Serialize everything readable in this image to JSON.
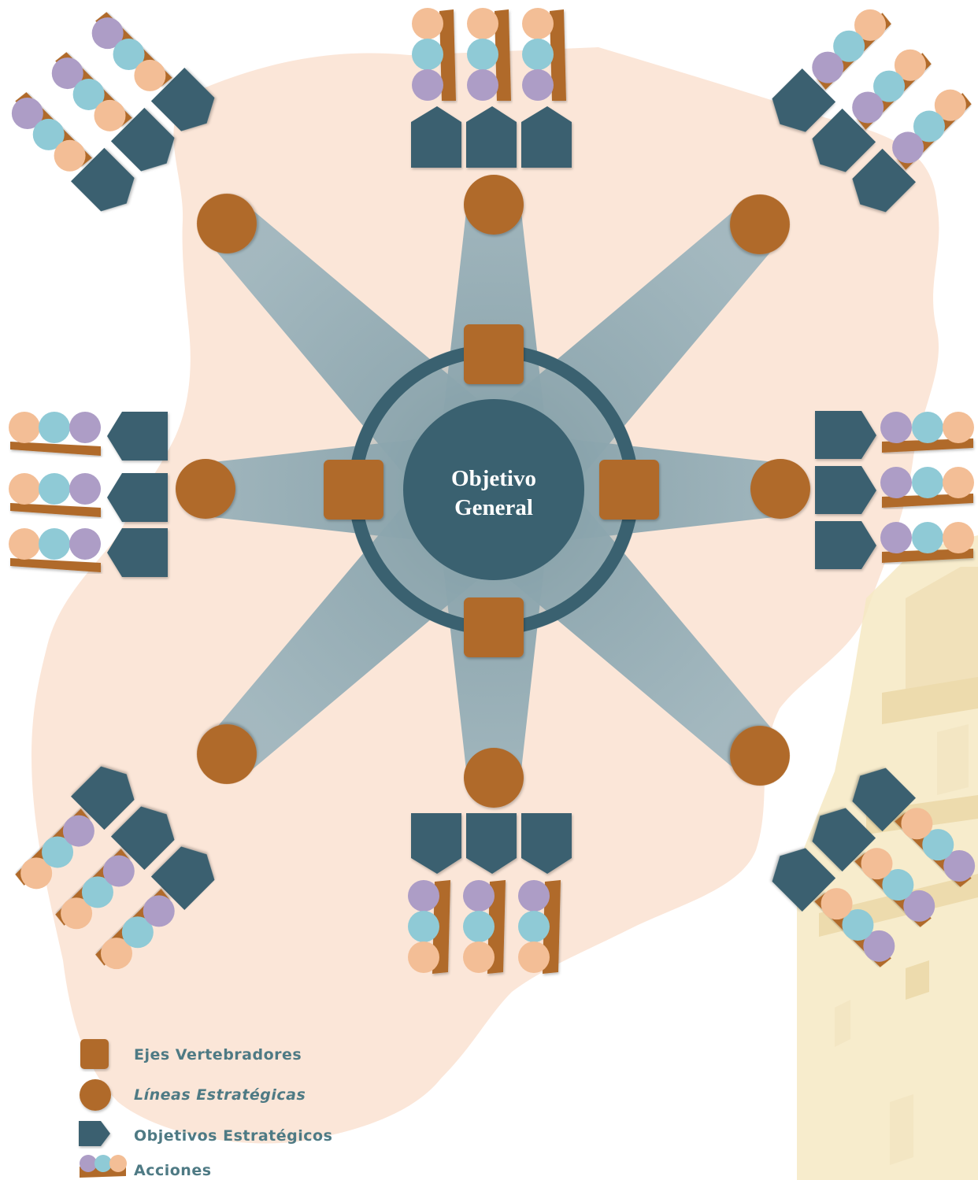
{
  "center": {
    "line1": "Objetivo",
    "line2": "General"
  },
  "legend": [
    {
      "key": "ejes",
      "label": "Ejes Vertebradores",
      "italic": false
    },
    {
      "key": "lineas",
      "label": "Líneas Estratégicas",
      "italic": true
    },
    {
      "key": "objetivos",
      "label": "Objetivos Estratégicos",
      "italic": false
    },
    {
      "key": "acciones",
      "label": "Acciones",
      "italic": false
    }
  ],
  "colors": {
    "background_blob": "#fbe6d8",
    "building": "#f6e9c4",
    "dark_teal": "#3a6170",
    "star_gray": "#8aa5ae",
    "orange": "#b06a2a",
    "peach": "#f3be96",
    "light_blue": "#8fcad6",
    "lavender": "#ad9dc6",
    "legend_text": "#4e7a84"
  },
  "icons": {
    "eje": "rounded-square-orange",
    "linea": "circle-orange",
    "objetivo": "pentagon-arrow-teal",
    "accion": "three-dots-on-orange-bar"
  }
}
